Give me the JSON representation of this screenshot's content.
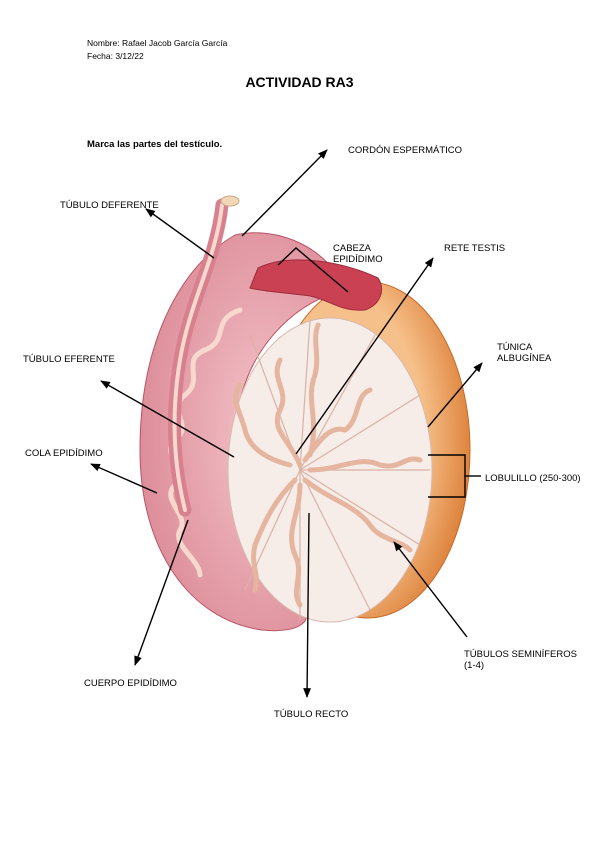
{
  "header": {
    "name_line": "Nombre: Rafael Jacob García García",
    "date_line": "Fecha: 3/12/22"
  },
  "title": "ACTIVIDAD RA3",
  "instruction": "Marca las partes del testículo.",
  "labels": {
    "cordon": "CORDÓN ESPERMÁTICO",
    "tubulo_deferente": "TÚBULO DEFERENTE",
    "cabeza_line1": "CABEZA",
    "cabeza_line2": "EPIDÍDIMO",
    "rete_testis": "RETE TESTIS",
    "tunica_line1": "TÚNICA",
    "tunica_line2": "ALBUGÍNEA",
    "tubulo_eferente": "TÚBULO EFERENTE",
    "cola": "COLA EPIDÍDIMO",
    "lobulillo": "LOBULILLO (250-300)",
    "seminiferos_line1": "TÚBULOS SEMINÍFEROS",
    "seminiferos_line2": "(1-4)",
    "cuerpo": "CUERPO EPIDÍDIMO",
    "tubulo_recto": "TÚBULO RECTO"
  },
  "colors": {
    "epididymis": "#e9a3ad",
    "epididymis_dark": "#c96a7a",
    "duct": "#f7d8cf",
    "testis_face": "#f6ece8",
    "tunica": "#e8904a",
    "tunica_light": "#f6c08a",
    "head_red": "#c94152"
  }
}
